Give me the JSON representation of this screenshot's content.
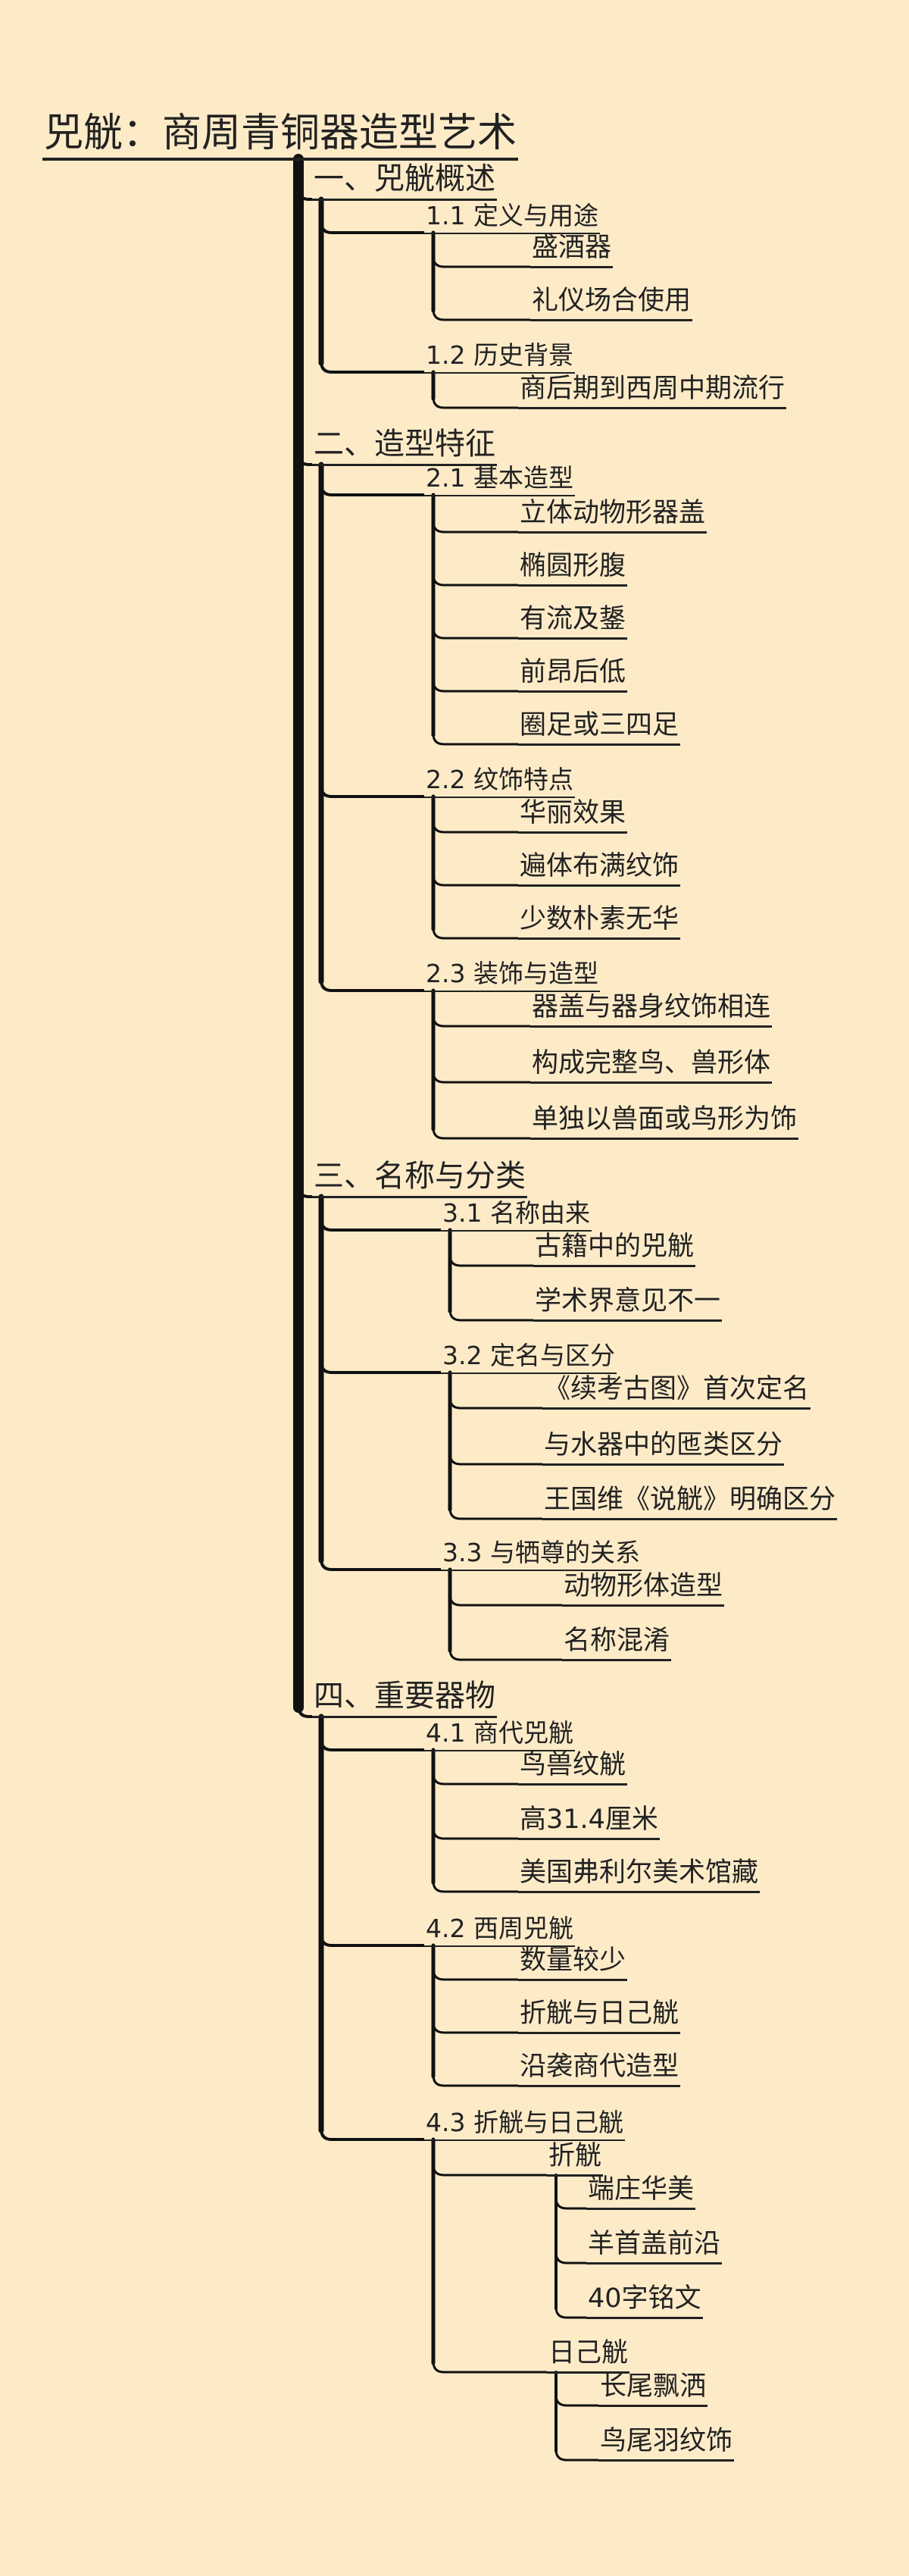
{
  "title": "兕觥：商周青铜器造型艺术",
  "sections": [
    {
      "label": "一、兕觥概述",
      "subs": [
        {
          "label": "1.1 定义与用途",
          "items": [
            "盛酒器",
            "礼仪场合使用"
          ]
        },
        {
          "label": "1.2 历史背景",
          "items": [
            "商后期到西周中期流行"
          ]
        }
      ]
    },
    {
      "label": "二、造型特征",
      "subs": [
        {
          "label": "2.1 基本造型",
          "items": [
            "立体动物形器盖",
            "椭圆形腹",
            "有流及鋬",
            "前昂后低",
            "圈足或三四足"
          ]
        },
        {
          "label": "2.2 纹饰特点",
          "items": [
            "华丽效果",
            "遍体布满纹饰",
            "少数朴素无华"
          ]
        },
        {
          "label": "2.3 装饰与造型",
          "items": [
            "器盖与器身纹饰相连",
            "构成完整鸟、兽形体",
            "单独以兽面或鸟形为饰"
          ]
        }
      ]
    },
    {
      "label": "三、名称与分类",
      "subs": [
        {
          "label": "3.1 名称由来",
          "items": [
            "古籍中的兕觥",
            "学术界意见不一"
          ]
        },
        {
          "label": "3.2 定名与区分",
          "items": [
            "《续考古图》首次定名",
            "与水器中的匜类区分",
            "王国维《说觥》明确区分"
          ]
        },
        {
          "label": "3.3 与牺尊的关系",
          "items": [
            "动物形体造型",
            "名称混淆"
          ]
        }
      ]
    },
    {
      "label": "四、重要器物",
      "subs": [
        {
          "label": "4.1 商代兕觥",
          "items": [
            "鸟兽纹觥",
            "高31.4厘米",
            "美国弗利尔美术馆藏"
          ]
        },
        {
          "label": "4.2 西周兕觥",
          "items": [
            "数量较少",
            "折觥与日己觥",
            "沿袭商代造型"
          ]
        },
        {
          "label": "4.3 折觥与日己觥",
          "items": [
            {
              "label": "折觥",
              "children": [
                "端庄华美",
                "羊首盖前沿",
                "40字铭文"
              ]
            },
            {
              "label": "日己觥",
              "children": [
                "长尾飘洒",
                "鸟尾羽纹饰"
              ]
            }
          ]
        }
      ]
    }
  ]
}
